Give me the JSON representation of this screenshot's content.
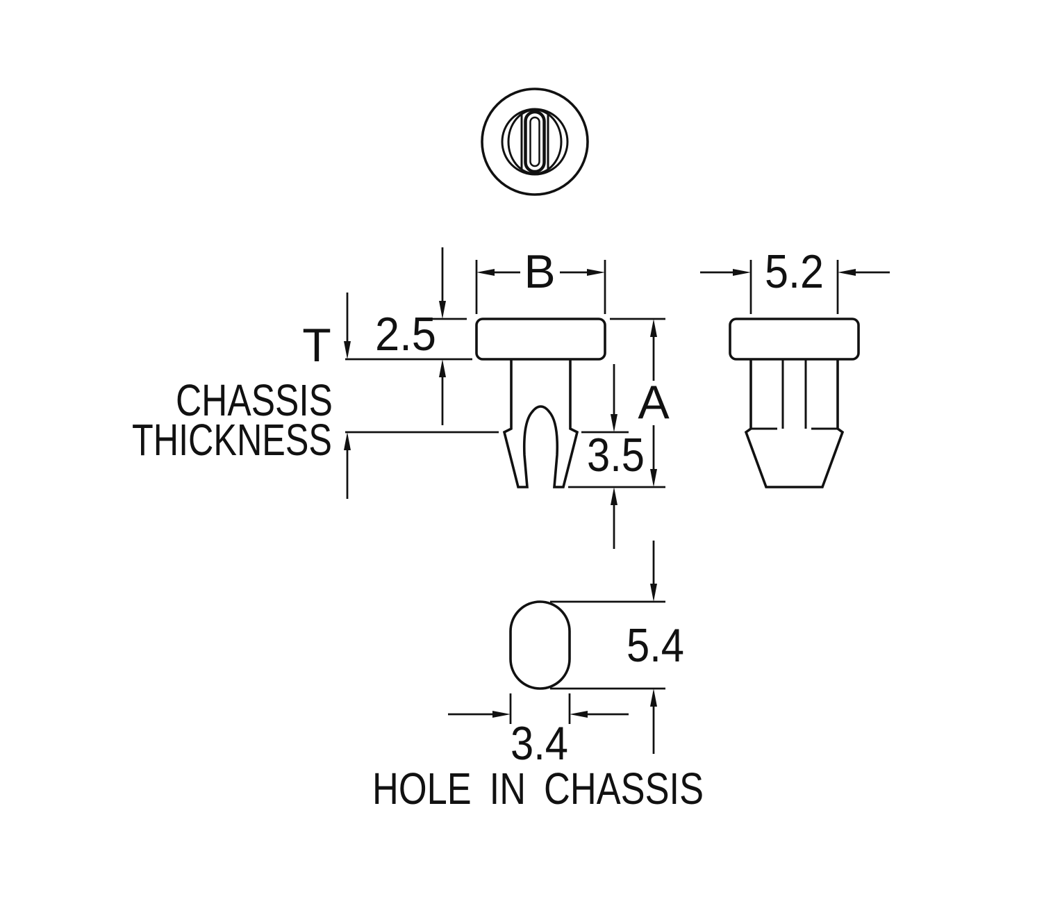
{
  "colors": {
    "line": "#111111",
    "background": "#ffffff"
  },
  "dimensions": {
    "head_width": "B",
    "head_thickness": "2.5",
    "side_body_width": "5.2",
    "overall_height": "A",
    "snap_leg_length": "3.5",
    "hole_length": "5.4",
    "hole_width": "3.4"
  },
  "labels": {
    "t": "T",
    "chassis": "CHASSIS",
    "thickness": "THICKNESS",
    "hole_caption": "HOLE IN CHASSIS"
  }
}
